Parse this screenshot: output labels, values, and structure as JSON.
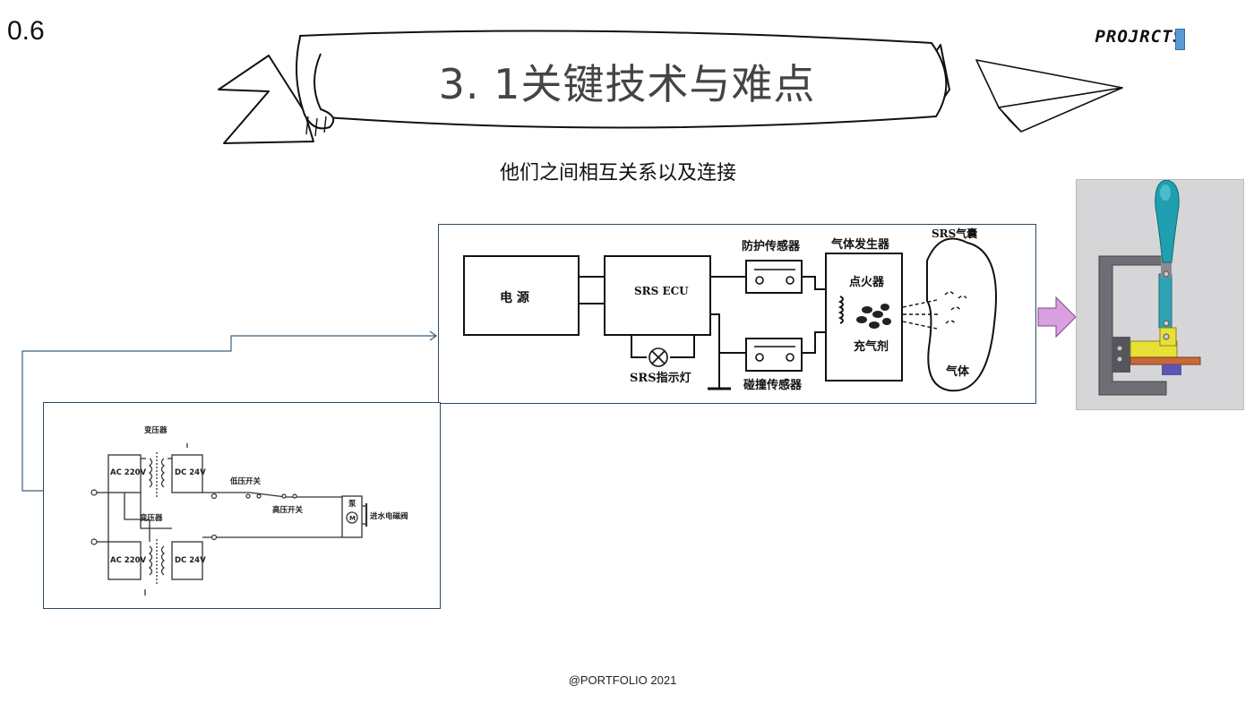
{
  "page": {
    "number": "0.6",
    "brand": "PROJRCTS",
    "footer": "@PORTFOLIO 2021"
  },
  "header": {
    "title": "3. 1关键技术与难点",
    "subtitle": "他们之间相互关系以及连接"
  },
  "srs_diagram": {
    "power": "电    源",
    "ecu": "SRS ECU",
    "lamp": "SRS指示灯",
    "protect_sensor": "防护传感器",
    "crash_sensor": "碰撞传感器",
    "gas_generator": "气体发生器",
    "igniter": "点火器",
    "propellant": "充气剂",
    "airbag": "SRS气囊",
    "gas": "气体"
  },
  "circuit_diagram": {
    "transformer_1": "变压器",
    "transformer_2": "变压器",
    "ac_1": "AC 220V",
    "ac_2": "AC 220V",
    "dc_1": "DC 24V",
    "dc_2": "DC 24V",
    "low_switch": "低压开关",
    "high_switch": "高压开关",
    "pump": "泵",
    "valve": "进水电磁阀",
    "motor": "M"
  },
  "colors": {
    "accent": "#5b9bd5",
    "panel_border": "#2d4a63",
    "arrow": "#d9a0e0"
  }
}
